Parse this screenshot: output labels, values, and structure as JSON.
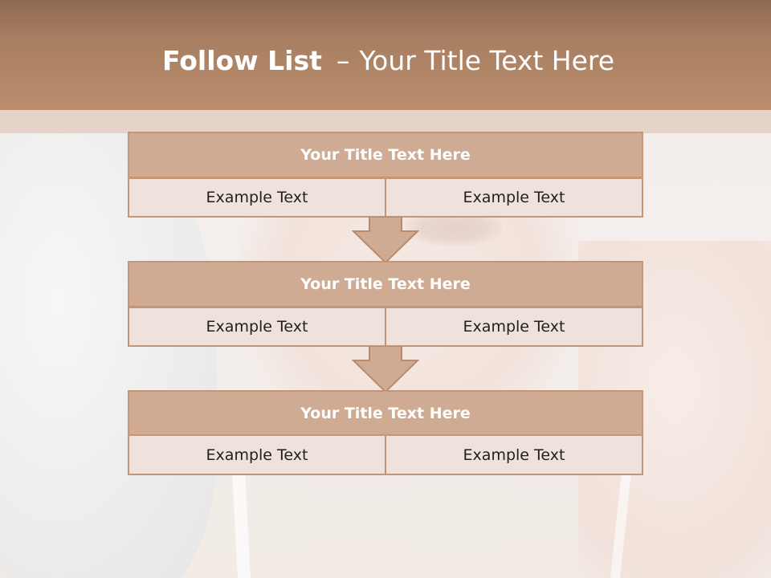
{
  "slide": {
    "title_bold": "Follow List",
    "title_dash": "–",
    "title_rest": "Your Title Text Here"
  },
  "blocks": [
    {
      "title": "Your Title Text Here",
      "left": "Example Text",
      "right": "Example Text"
    },
    {
      "title": "Your Title Text Here",
      "left": "Example Text",
      "right": "Example Text"
    },
    {
      "title": "Your Title Text Here",
      "left": "Example Text",
      "right": "Example Text"
    }
  ],
  "colors": {
    "header": "#ba8e6d",
    "block_title_fill": "#d0ab93",
    "cell_fill": "#efe2dc",
    "border": "#c49577"
  }
}
